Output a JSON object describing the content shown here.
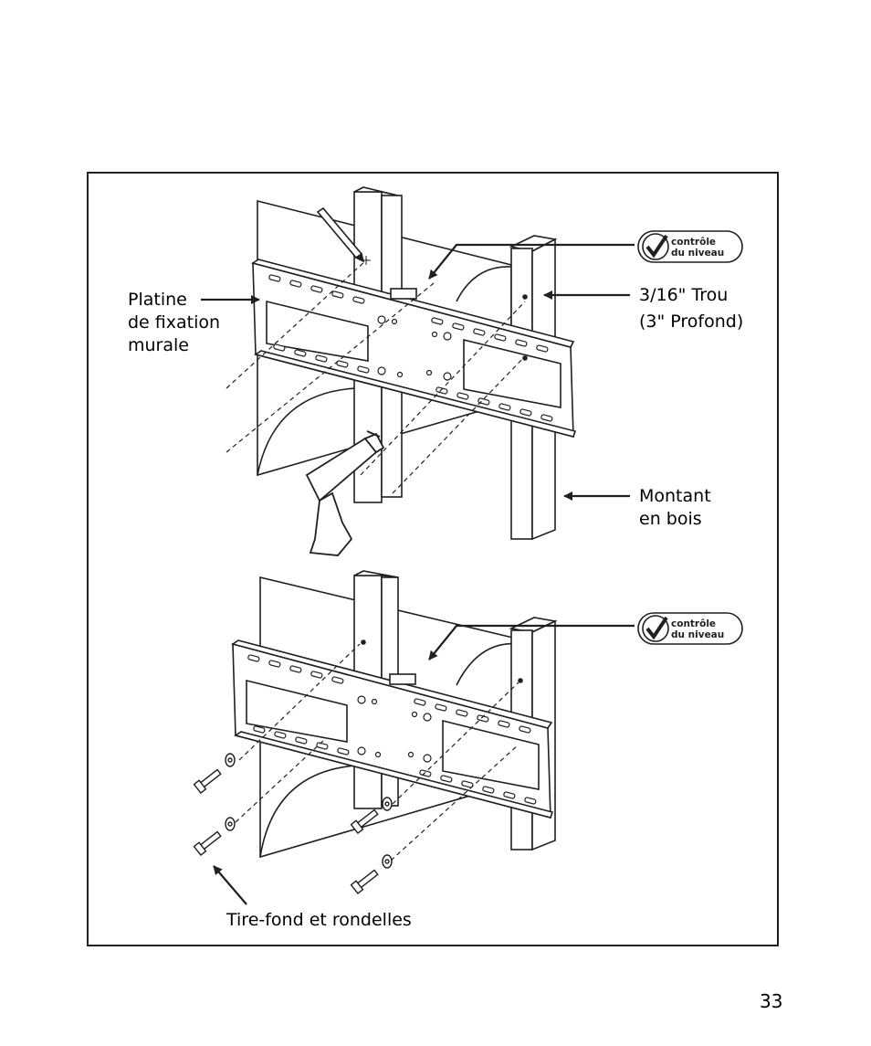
{
  "labels": {
    "mount_plate": [
      "Platine",
      "de fixation",
      "murale"
    ],
    "hole": [
      "3/16\" Trou",
      "(3\" Profond)"
    ],
    "stud": [
      "Montant",
      "en bois"
    ],
    "lag_bolts": "Tire-fond et rondelles"
  },
  "level_badges": [
    {
      "line1": "contrôle",
      "line2": "du niveau"
    },
    {
      "line1": "contrôle",
      "line2": "du niveau"
    }
  ],
  "page_number": "33"
}
